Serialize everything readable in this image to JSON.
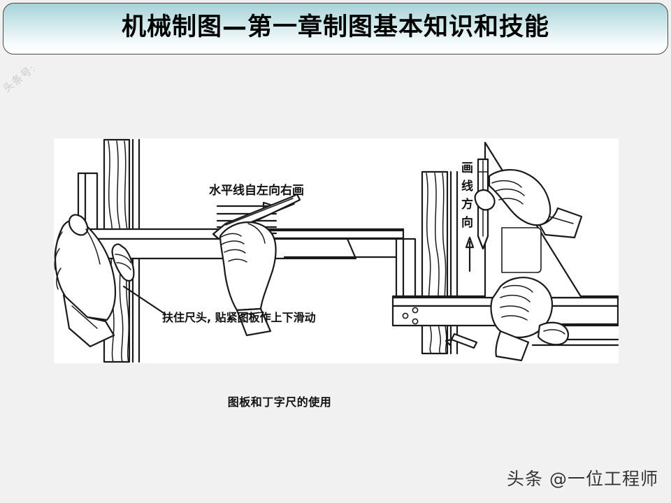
{
  "slide": {
    "title": "机械制图—第一章制图基本知识和技能",
    "caption": "图板和丁字尺的使用",
    "background_color": "#f1f1f1"
  },
  "title_bar": {
    "gradient_top_color": "#a6d2d8",
    "gradient_bottom_color": "#ffffff",
    "border_color": "#4a4a4a"
  },
  "watermarks": {
    "top_left": "头条号:",
    "bottom_right": "头条 @一位工程师"
  },
  "figure": {
    "background_color": "#ffffff",
    "line_color": "#1a1a1a",
    "left_panel": {
      "name": "t-square-horizontal-lines",
      "annotation_top": "水平线自左向右画",
      "annotation_bottom": "扶住尺头, 贴紧图板作上下滑动"
    },
    "right_panel": {
      "name": "set-square-vertical-lines",
      "annotation_vertical": "画线方向"
    }
  }
}
